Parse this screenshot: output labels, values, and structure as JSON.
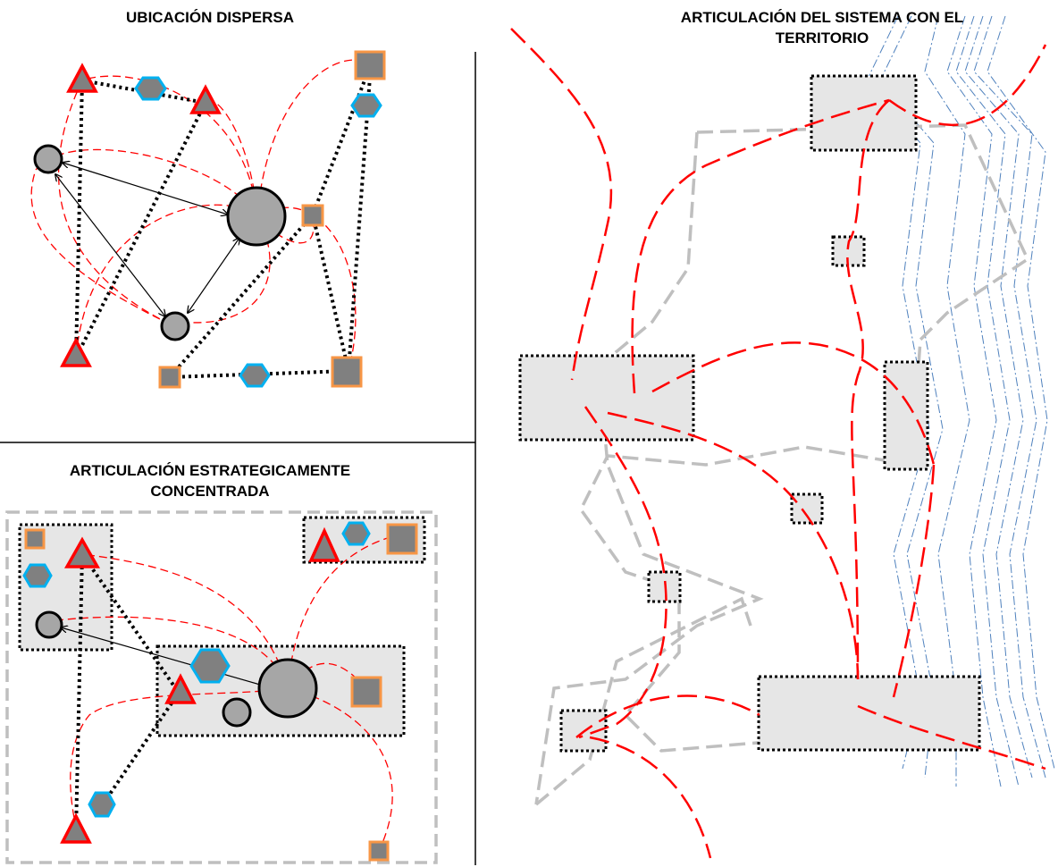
{
  "panels": {
    "dispersed": {
      "title": "UBICACIÓN DISPERSA"
    },
    "concentrated": {
      "title_line1": "ARTICULACIÓN ESTRATEGICAMENTE",
      "title_line2": "CONCENTRADA"
    },
    "territory": {
      "title_line1": "ARTICULACIÓN DEL SISTEMA CON EL",
      "title_line2": "TERRITORIO"
    }
  },
  "colors": {
    "triangle_stroke": "#ff0000",
    "node_fill": "#808080",
    "circle_fill": "#a6a6a6",
    "square_stroke": "#f79646",
    "hexagon_stroke": "#00b0f0",
    "red_link": "#ff0000",
    "grey_zone": "#bfbfbf",
    "blue_river": "#4f81bd",
    "block_fill": "#e6e6e6"
  }
}
